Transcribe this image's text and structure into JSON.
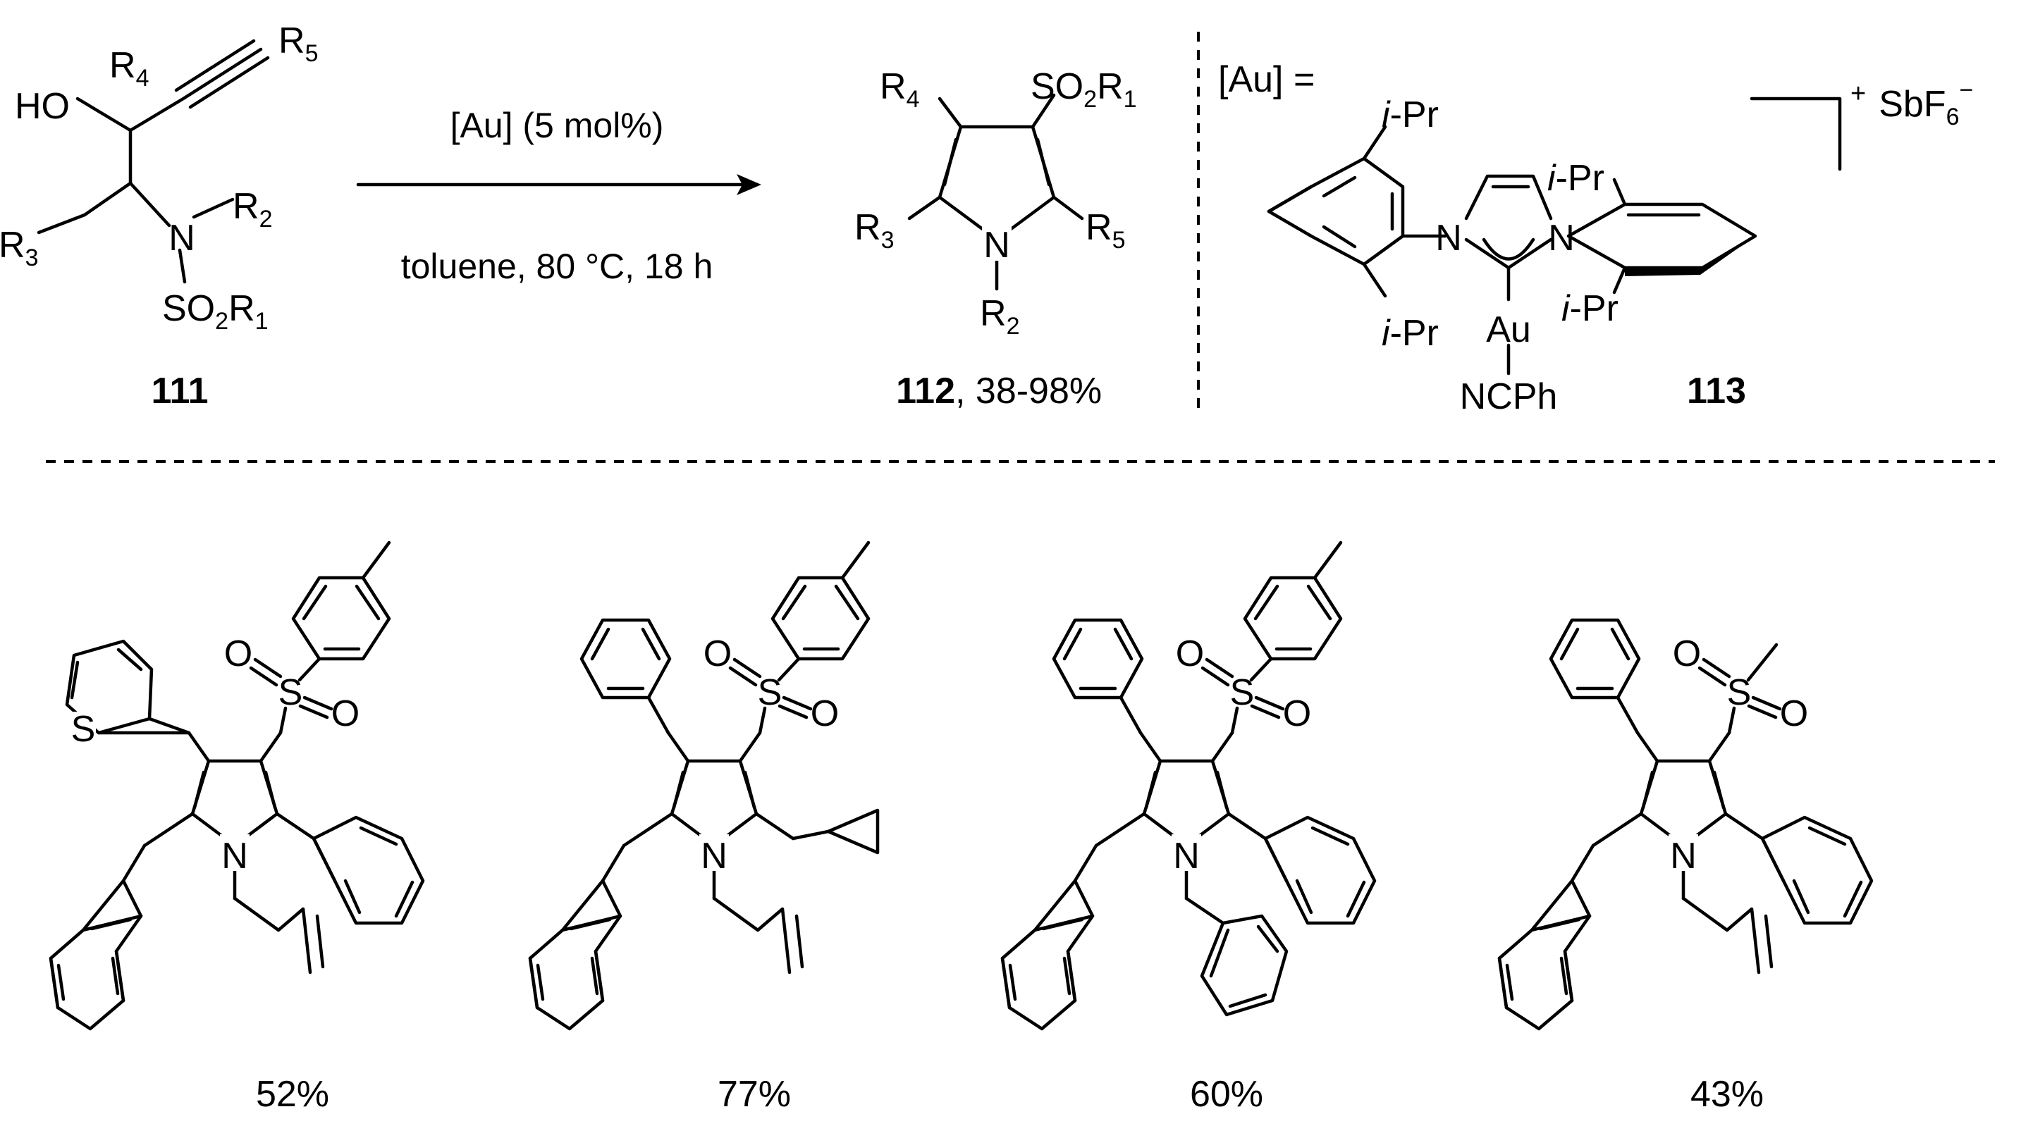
{
  "reaction": {
    "reactant_label": "111",
    "reagent": "[Au] (5 mol%)",
    "conditions": "toluene, 80 °C, 18 h",
    "product_label": "112",
    "product_yield_range": ", 38-98%"
  },
  "catalyst": {
    "definition_label": "[Au] =",
    "label": "113",
    "counterion": "SbF",
    "counterion_subscript": "6",
    "counterion_charge": "−",
    "cation_charge": "+",
    "metal": "Au",
    "ligand": "NCPh",
    "substituent": "i",
    "substituent_suffix": "-Pr"
  },
  "atoms": {
    "HO": "HO",
    "N": "N",
    "S": "S",
    "O": "O",
    "SO": "SO",
    "R": "R",
    "sub_1": "1",
    "sub_2": "2",
    "sub_3": "3",
    "sub_4": "4",
    "sub_5": "5"
  },
  "examples": [
    {
      "yield": "52%"
    },
    {
      "yield": "77%"
    },
    {
      "yield": "60%"
    },
    {
      "yield": "43%"
    }
  ]
}
